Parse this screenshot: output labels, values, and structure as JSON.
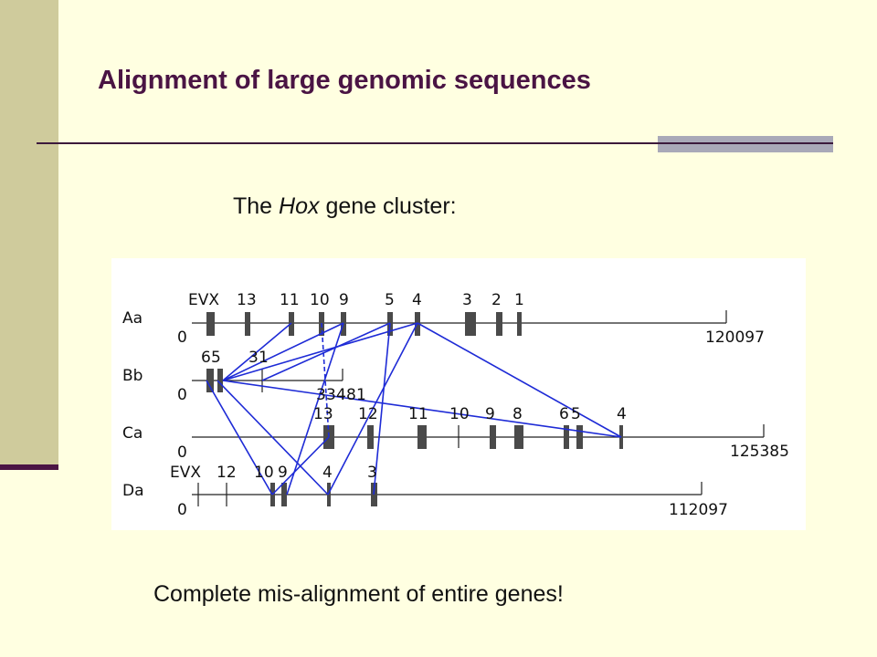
{
  "slide": {
    "title": "Alignment of large genomic sequences",
    "subtitle_pre": "The ",
    "subtitle_em": "Hox",
    "subtitle_post": " gene cluster:",
    "caption": "Complete mis-alignment of entire genes!"
  },
  "colors": {
    "background": "#FFFFE1",
    "sidebar": "#CFCB9C",
    "title": "#4A1444",
    "alignment_lines": "#1E2BD6",
    "gene_box": "#4A4A4A"
  },
  "diagram": {
    "clusters": [
      {
        "name": "Aa",
        "start_label": "0",
        "end_label": "120097",
        "gene_labels": [
          "EVX",
          "13",
          "11",
          "10",
          "9",
          "5",
          "4",
          "3",
          "2",
          "1"
        ]
      },
      {
        "name": "Bb",
        "start_label": "0",
        "end_label": "",
        "gene_labels": [
          "6",
          "5",
          "3",
          "1",
          "3",
          "3",
          "4",
          "8",
          "1"
        ]
      },
      {
        "name": "Ca",
        "start_label": "0",
        "end_label": "125385",
        "gene_labels": [
          "13",
          "12",
          "11",
          "10",
          "9",
          "8",
          "6",
          "5",
          "4"
        ]
      },
      {
        "name": "Da",
        "start_label": "0",
        "end_label": "112097",
        "gene_labels": [
          "EVX",
          "12",
          "10",
          "9",
          "4",
          "3"
        ]
      }
    ]
  }
}
